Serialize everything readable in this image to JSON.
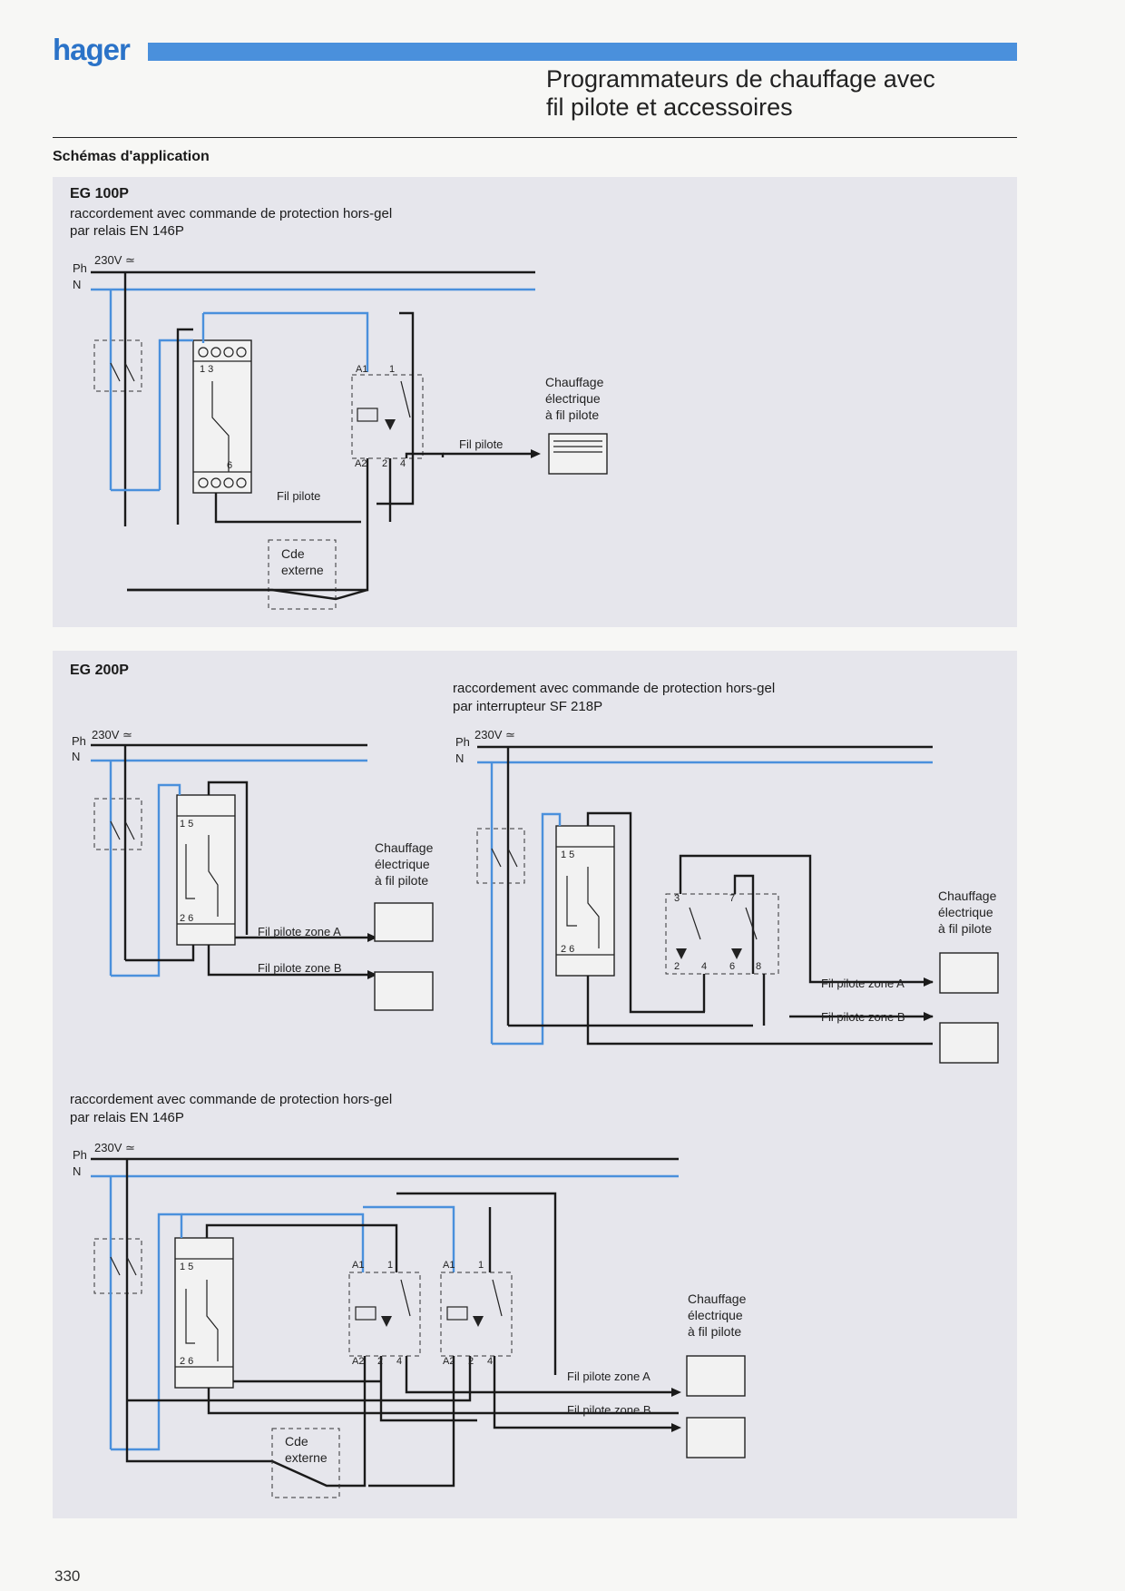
{
  "header": {
    "logo": "hager",
    "title_line1": "Programmateurs de chauffage avec",
    "title_line2": "fil pilote et accessoires"
  },
  "section": {
    "subtitle": "Schémas d'application"
  },
  "eg100p": {
    "model": "EG 100P",
    "desc_line1": "raccordement avec commande de protection hors-gel",
    "desc_line2": "par relais EN 146P",
    "voltage": "230V ≃",
    "phase": "Ph",
    "neutral": "N",
    "term_top": "1 3",
    "term_bottom": "6",
    "relay": {
      "a1": "A1",
      "a2": "A2",
      "t1": "1",
      "t2": "2",
      "t4": "4"
    },
    "fil_pilote_out": "Fil pilote",
    "fil_pilote_in": "Fil pilote",
    "heater_line1": "Chauffage",
    "heater_line2": "électrique",
    "heater_line3": "à fil pilote",
    "cde_line1": "Cde",
    "cde_line2": "externe"
  },
  "eg200p": {
    "model": "EG 200P",
    "voltage": "230V ≃",
    "phase": "Ph",
    "neutral": "N",
    "term_top": "1   5",
    "term_bottom": "2   6",
    "zone_a": "Fil pilote zone A",
    "zone_b": "Fil pilote zone B",
    "heater_line1": "Chauffage",
    "heater_line2": "électrique",
    "heater_line3": "à fil pilote"
  },
  "eg200p_sf": {
    "desc_line1": "raccordement avec commande de protection hors-gel",
    "desc_line2": "par interrupteur SF 218P",
    "voltage": "230V ≃",
    "phase": "Ph",
    "neutral": "N",
    "term_top": "1   5",
    "term_bottom": "2   6",
    "sf": {
      "t3": "3",
      "t7": "7",
      "t2": "2",
      "t4": "4",
      "t6": "6",
      "t8": "8"
    },
    "zone_a": "Fil pilote zone A",
    "zone_b": "Fil pilote zone B",
    "heater_line1": "Chauffage",
    "heater_line2": "électrique",
    "heater_line3": "à fil pilote"
  },
  "eg200p_relay": {
    "desc_line1": "raccordement avec commande de protection hors-gel",
    "desc_line2": "par relais EN 146P",
    "voltage": "230V ≃",
    "phase": "Ph",
    "neutral": "N",
    "term_top": "1   5",
    "term_bottom": "2   6",
    "relay": {
      "a1": "A1",
      "a2": "A2",
      "t1": "1",
      "t2": "2",
      "t4": "4"
    },
    "zone_a": "Fil pilote zone A",
    "zone_b": "Fil pilote zone B",
    "heater_line1": "Chauffage",
    "heater_line2": "électrique",
    "heater_line3": "à fil pilote",
    "cde_line1": "Cde",
    "cde_line2": "externe"
  },
  "footer": {
    "page_number": "330"
  },
  "colors": {
    "brand_blue": "#4a90dc",
    "logo_blue": "#2b73c8",
    "wire_black": "#1a1a1a",
    "panel": "#e6e6ec"
  }
}
